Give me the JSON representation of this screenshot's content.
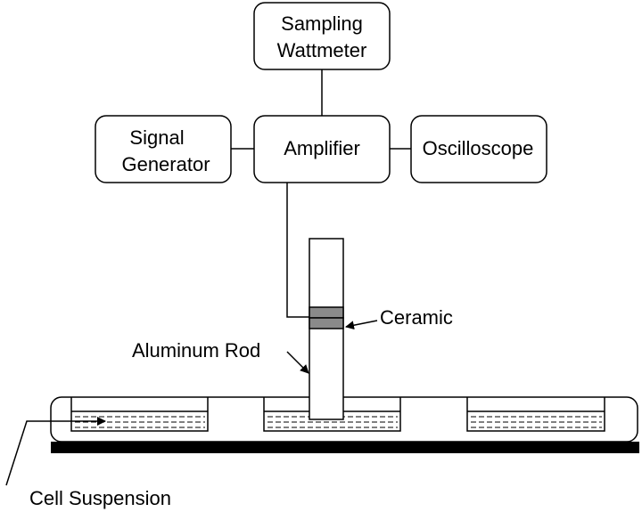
{
  "boxes": {
    "sampling_wattmeter": {
      "line1": "Sampling",
      "line2": "Wattmeter"
    },
    "signal_generator": {
      "line1": "Signal",
      "line2": "Generator"
    },
    "amplifier": {
      "label": "Amplifier"
    },
    "oscilloscope": {
      "label": "Oscilloscope"
    }
  },
  "labels": {
    "ceramic": "Ceramic",
    "aluminum_rod": "Aluminum Rod",
    "cell_suspension": "Cell Suspension"
  },
  "colors": {
    "line": "#000000",
    "ceramic": "#8a8a8a",
    "base": "#000000",
    "background": "#ffffff"
  }
}
